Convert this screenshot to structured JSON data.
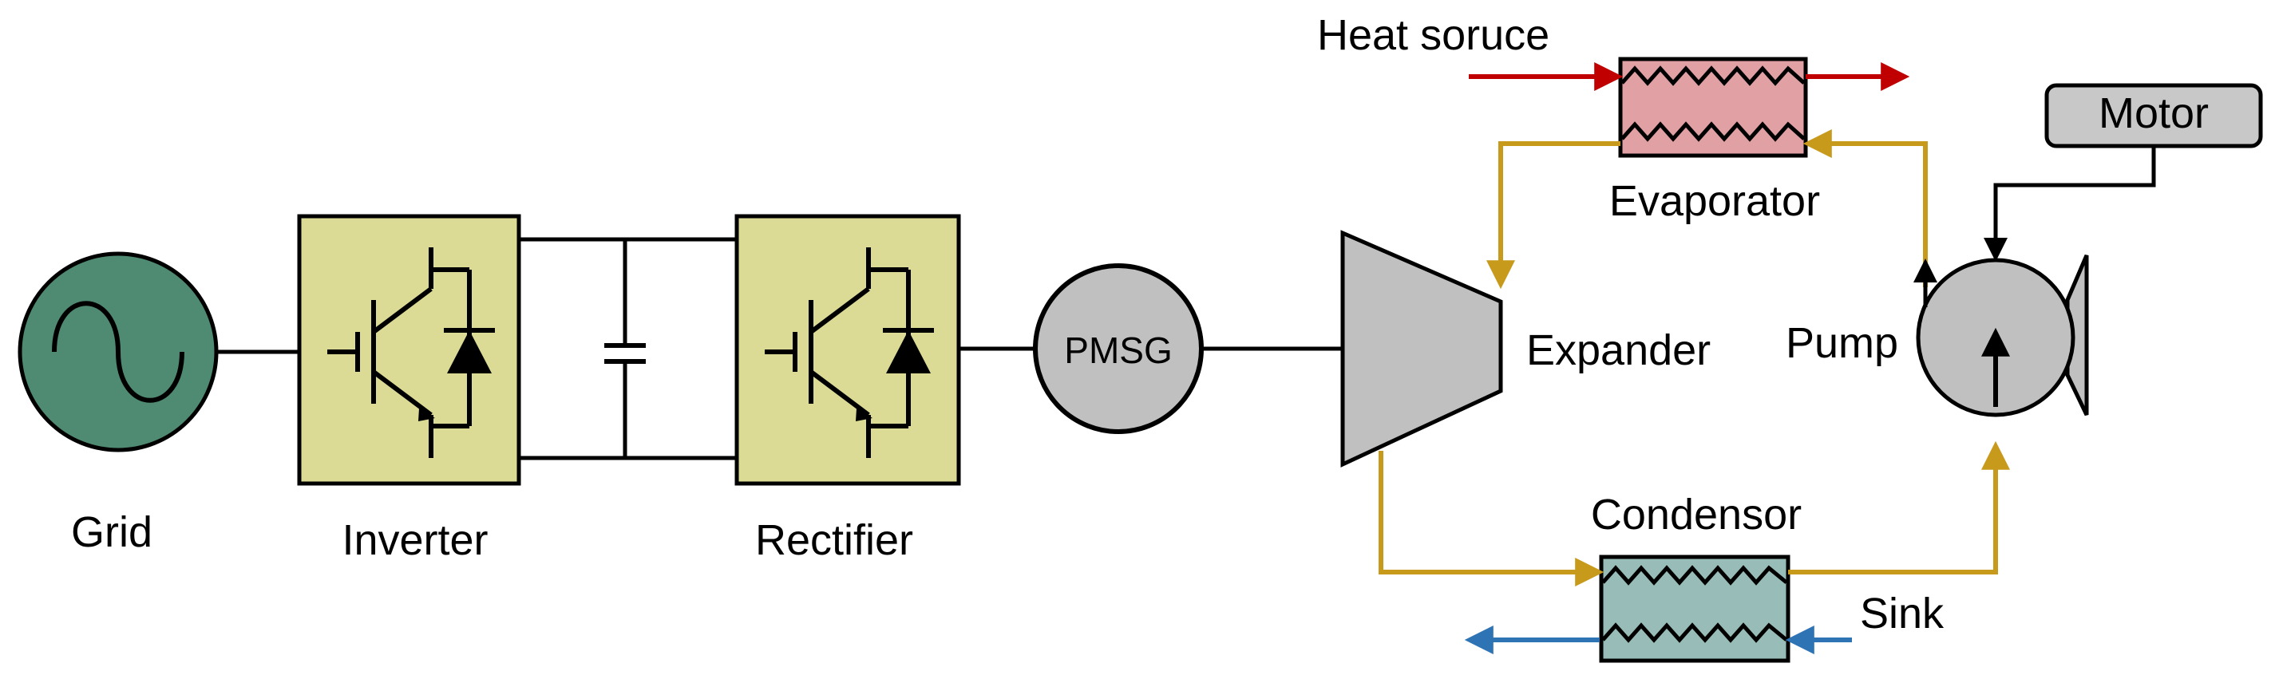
{
  "labels": {
    "grid": "Grid",
    "inverter": "Inverter",
    "rectifier": "Rectifier",
    "pmsg": "PMSG",
    "expander": "Expander",
    "evaporator": "Evaporator",
    "condensor": "Condensor",
    "pump": "Pump",
    "motor": "Motor",
    "heat_source": "Heat soruce",
    "sink": "Sink"
  },
  "colors": {
    "grid_fill": "#4f8a72",
    "converter_fill": "#dbdb96",
    "gray_fill": "#c0c0c0",
    "evaporator_fill": "#e0a0a4",
    "condensor_fill": "#98bcb8",
    "motor_fill": "#c8c8c8",
    "working_fluid": "#c89a1c",
    "heat_arrow": "#c00000",
    "sink_arrow": "#2e74b5",
    "line": "#000000"
  },
  "icons": [
    "ac-source-icon",
    "igbt-icon",
    "diode-icon",
    "capacitor-icon",
    "zigzag-coil-icon",
    "arrowhead-icon"
  ]
}
